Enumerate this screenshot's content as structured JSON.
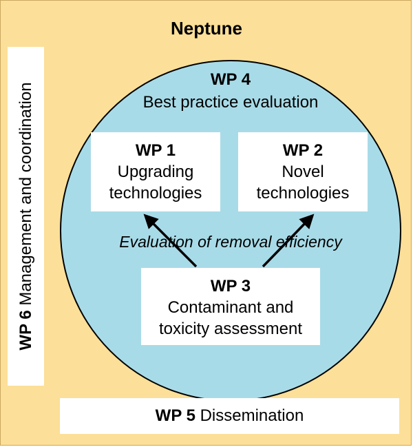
{
  "title": "Neptune",
  "wp4": {
    "head": "WP 4",
    "text": "Best practice evaluation"
  },
  "wp1": {
    "head": "WP 1",
    "line1": "Upgrading",
    "line2": "technologies"
  },
  "wp2": {
    "head": "WP 2",
    "line1": "Novel",
    "line2": "technologies"
  },
  "wp3": {
    "head": "WP 3",
    "line1": "Contaminant and",
    "line2": "toxicity assessment"
  },
  "arrow_label": "Evaluation of removal efficiency",
  "wp5": {
    "head": "WP 5",
    "text": "Dissemination"
  },
  "wp6": {
    "head": "WP 6",
    "text": "Management and coordination"
  },
  "colors": {
    "background": "#fcdf98",
    "circle": "#a8dbe8",
    "box": "#ffffff"
  }
}
